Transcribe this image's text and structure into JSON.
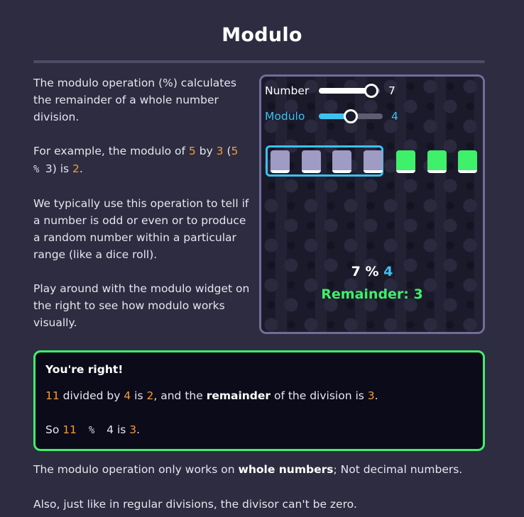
{
  "page": {
    "title": "Modulo"
  },
  "intro": {
    "p1": "The modulo operation (%) calculates the remainder of a whole number division.",
    "p2": {
      "prefix": "For example, the modulo of ",
      "dividend": "5",
      "by": " by ",
      "divisor": "3",
      "open": " (",
      "code_dividend": "5",
      "code_op": " % ",
      "code_divisor": "3",
      "close": ") is ",
      "result": "2",
      "end": "."
    },
    "p3": "We typically use this operation to tell if a number is odd or even or to produce a random number within a particular range (like a dice roll).",
    "p4": "Play around with the modulo widget on the right to see how modulo works visually."
  },
  "widget": {
    "number": {
      "label": "Number",
      "value": "7",
      "fill_fraction": 0.86
    },
    "modulo": {
      "label": "Modulo",
      "value": "4",
      "fill_fraction": 0.5
    },
    "blocks": {
      "grouped": 4,
      "remainder": 3
    },
    "expression": {
      "dividend": "7",
      "operator": " % ",
      "divisor": "4"
    },
    "remainder_text": "Remainder: 3",
    "colors": {
      "accent": "#3ec1f0",
      "success": "#3ef06a",
      "block": "#9e9bc4"
    }
  },
  "feedback": {
    "heading": "You're right!",
    "line1": {
      "dividend": "11",
      "t1": " divided by ",
      "divisor": "4",
      "t2": " is ",
      "quotient": "2",
      "t3": ", and the ",
      "bold": "remainder",
      "t4": " of the division is ",
      "remainder": "3",
      "t5": "."
    },
    "line2": {
      "prefix": "So ",
      "dividend": "11",
      "op": "  %  ",
      "divisor": "4",
      "t1": " is ",
      "result": "3",
      "end": "."
    }
  },
  "outro": {
    "p1_prefix": "The modulo operation only works on ",
    "p1_bold": "whole numbers",
    "p1_suffix": "; Not decimal numbers.",
    "p2": "Also, just like in regular divisions, the divisor can't be zero."
  }
}
